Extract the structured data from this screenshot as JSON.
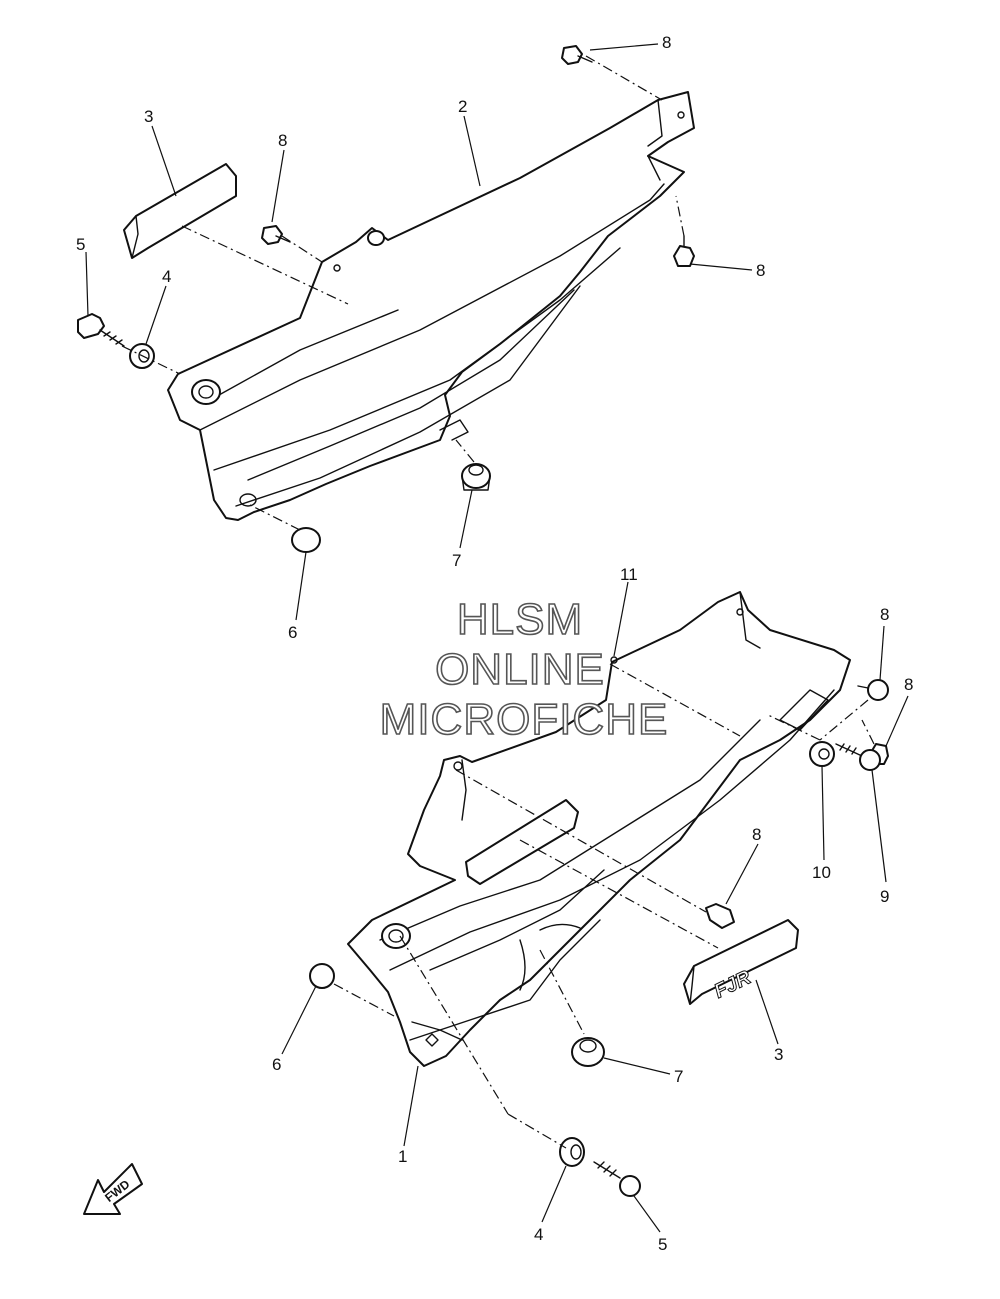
{
  "watermark": {
    "line1": "HLSM",
    "line2": "ONLINE",
    "line3": "MICROFICHE"
  },
  "direction_label": "FWD",
  "badge_text": "FJR",
  "callouts": {
    "c1": "1",
    "c2": "2",
    "c3_top": "3",
    "c3_bottom": "3",
    "c4_top": "4",
    "c4_bottom": "4",
    "c5_top": "5",
    "c5_bottom": "5",
    "c6_top": "6",
    "c6_bottom": "6",
    "c7_top": "7",
    "c7_bottom": "7",
    "c8_a": "8",
    "c8_b": "8",
    "c8_c": "8",
    "c8_d": "8",
    "c8_e": "8",
    "c8_f": "8",
    "c9": "9",
    "c10": "10",
    "c11": "11"
  }
}
